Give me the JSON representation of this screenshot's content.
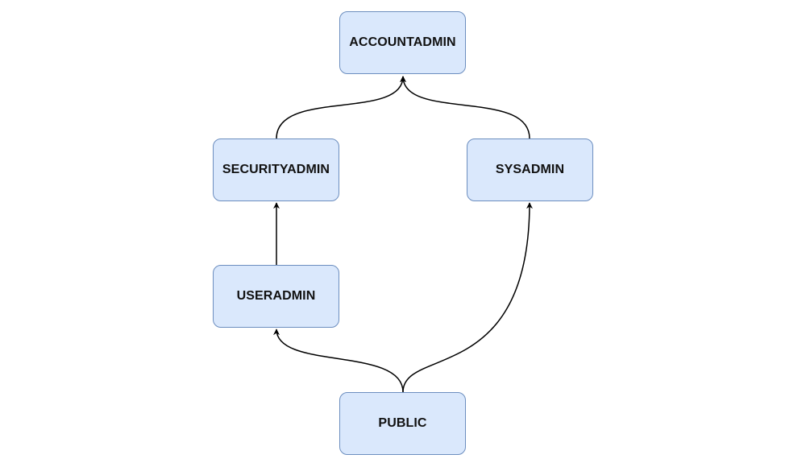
{
  "nodes": {
    "accountadmin": "ACCOUNTADMIN",
    "securityadmin": "SECURITYADMIN",
    "sysadmin": "SYSADMIN",
    "useradmin": "USERADMIN",
    "public": "PUBLIC"
  },
  "edges": [
    {
      "from": "securityadmin",
      "to": "accountadmin"
    },
    {
      "from": "sysadmin",
      "to": "accountadmin"
    },
    {
      "from": "useradmin",
      "to": "securityadmin"
    },
    {
      "from": "public",
      "to": "useradmin"
    },
    {
      "from": "public",
      "to": "sysadmin"
    }
  ],
  "colors": {
    "node_fill": "#dae8fc",
    "node_border": "#6c8ebf",
    "edge": "#000000"
  }
}
